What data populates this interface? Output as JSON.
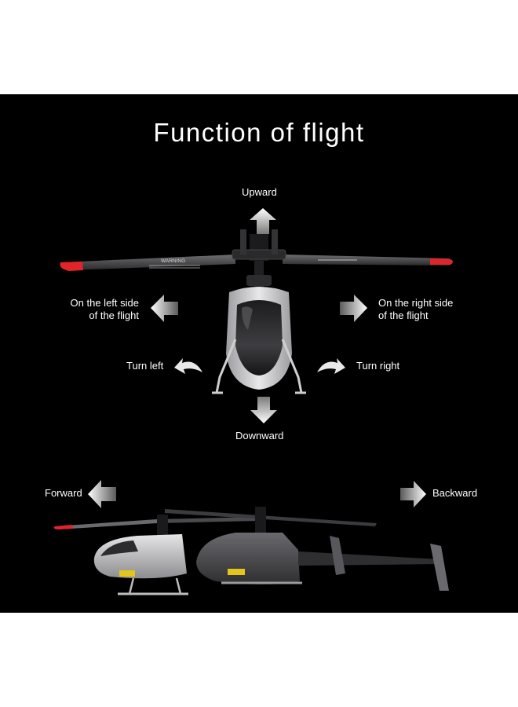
{
  "title": "Function of flight",
  "labels": {
    "upward": "Upward",
    "downward": "Downward",
    "left_side_line1": "On the left side",
    "left_side_line2": "of the flight",
    "right_side_line1": "On the right side",
    "right_side_line2": "of the flight",
    "turn_left": "Turn left",
    "turn_right": "Turn right",
    "forward": "Forward",
    "backward": "Backward"
  },
  "blade_text": {
    "warning": "WARNING"
  },
  "colors": {
    "background": "#000000",
    "blade_tip": "#e0242a",
    "arrow": "#ffffff",
    "heli_body_light": "#c9c9cb",
    "heli_body_dark": "#555558"
  }
}
